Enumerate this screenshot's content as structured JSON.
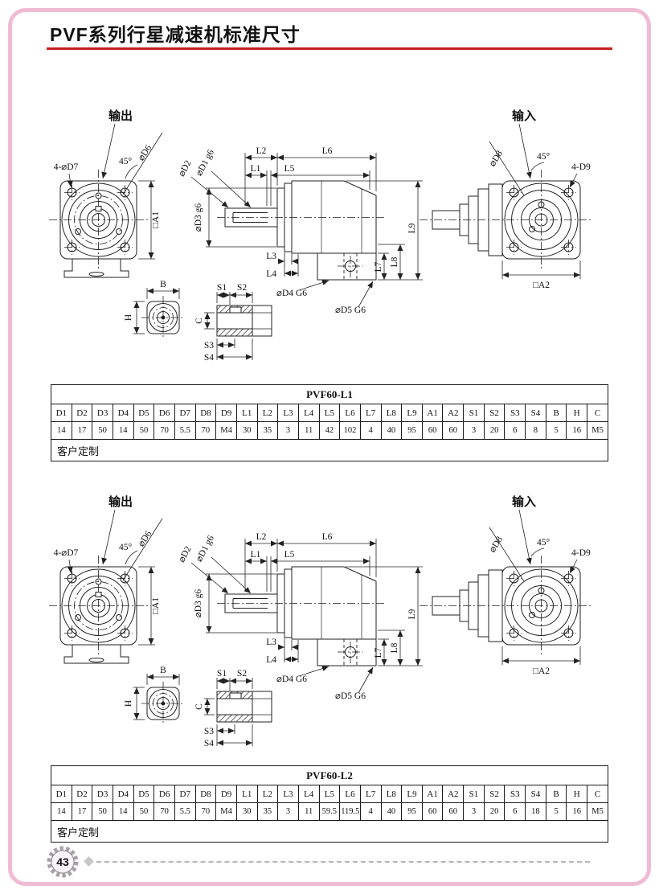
{
  "page": {
    "title": "PVF系列行星减速机标准尺寸",
    "page_number": "43",
    "accent_red": "#c42020",
    "frame_pink": "#f0bcd4"
  },
  "drawing_labels": {
    "output": "输出",
    "input": "输入",
    "angle": "45°",
    "d6": "⌀D6",
    "d7": "4-⌀D7",
    "a1": "□A1",
    "d2": "⌀D2",
    "d1": "⌀D1 g6",
    "d3": "⌀D3 g6",
    "l1": "L1",
    "l2": "L2",
    "l3": "L3",
    "l4": "L4",
    "l5": "L5",
    "l6": "L6",
    "l7": "L7",
    "l8": "L8",
    "l9": "L9",
    "d4": "⌀D4 G6",
    "d5": "⌀D5 G6",
    "d8": "⌀D8",
    "d9": "4-D9",
    "a2": "□A2",
    "b": "B",
    "h": "H",
    "c": "C",
    "s1": "S1",
    "s2": "S2",
    "s3": "S3",
    "s4": "S4"
  },
  "tables": [
    {
      "title": "PVF60-L1",
      "headers": [
        "D1",
        "D2",
        "D3",
        "D4",
        "D5",
        "D6",
        "D7",
        "D8",
        "D9",
        "L1",
        "L2",
        "L3",
        "L4",
        "L5",
        "L6",
        "L7",
        "L8",
        "L9",
        "A1",
        "A2",
        "S1",
        "S2",
        "S3",
        "S4",
        "B",
        "H",
        "C"
      ],
      "values": [
        "14",
        "17",
        "50",
        "14",
        "50",
        "70",
        "5.5",
        "70",
        "M4",
        "30",
        "35",
        "3",
        "11",
        "42",
        "102",
        "4",
        "40",
        "95",
        "60",
        "60",
        "3",
        "20",
        "6",
        "8",
        "5",
        "16",
        "M5"
      ],
      "footer": "客户定制"
    },
    {
      "title": "PVF60-L2",
      "headers": [
        "D1",
        "D2",
        "D3",
        "D4",
        "D5",
        "D6",
        "D7",
        "D8",
        "D9",
        "L1",
        "L2",
        "L3",
        "L4",
        "L5",
        "L6",
        "L7",
        "L8",
        "L9",
        "A1",
        "A2",
        "S1",
        "S2",
        "S3",
        "S4",
        "B",
        "H",
        "C"
      ],
      "values": [
        "14",
        "17",
        "50",
        "14",
        "50",
        "70",
        "5.5",
        "70",
        "M4",
        "30",
        "35",
        "3",
        "11",
        "59.5",
        "119.5",
        "4",
        "40",
        "95",
        "60",
        "60",
        "3",
        "20",
        "6",
        "18",
        "5",
        "16",
        "M5"
      ],
      "footer": "客户定制"
    }
  ]
}
